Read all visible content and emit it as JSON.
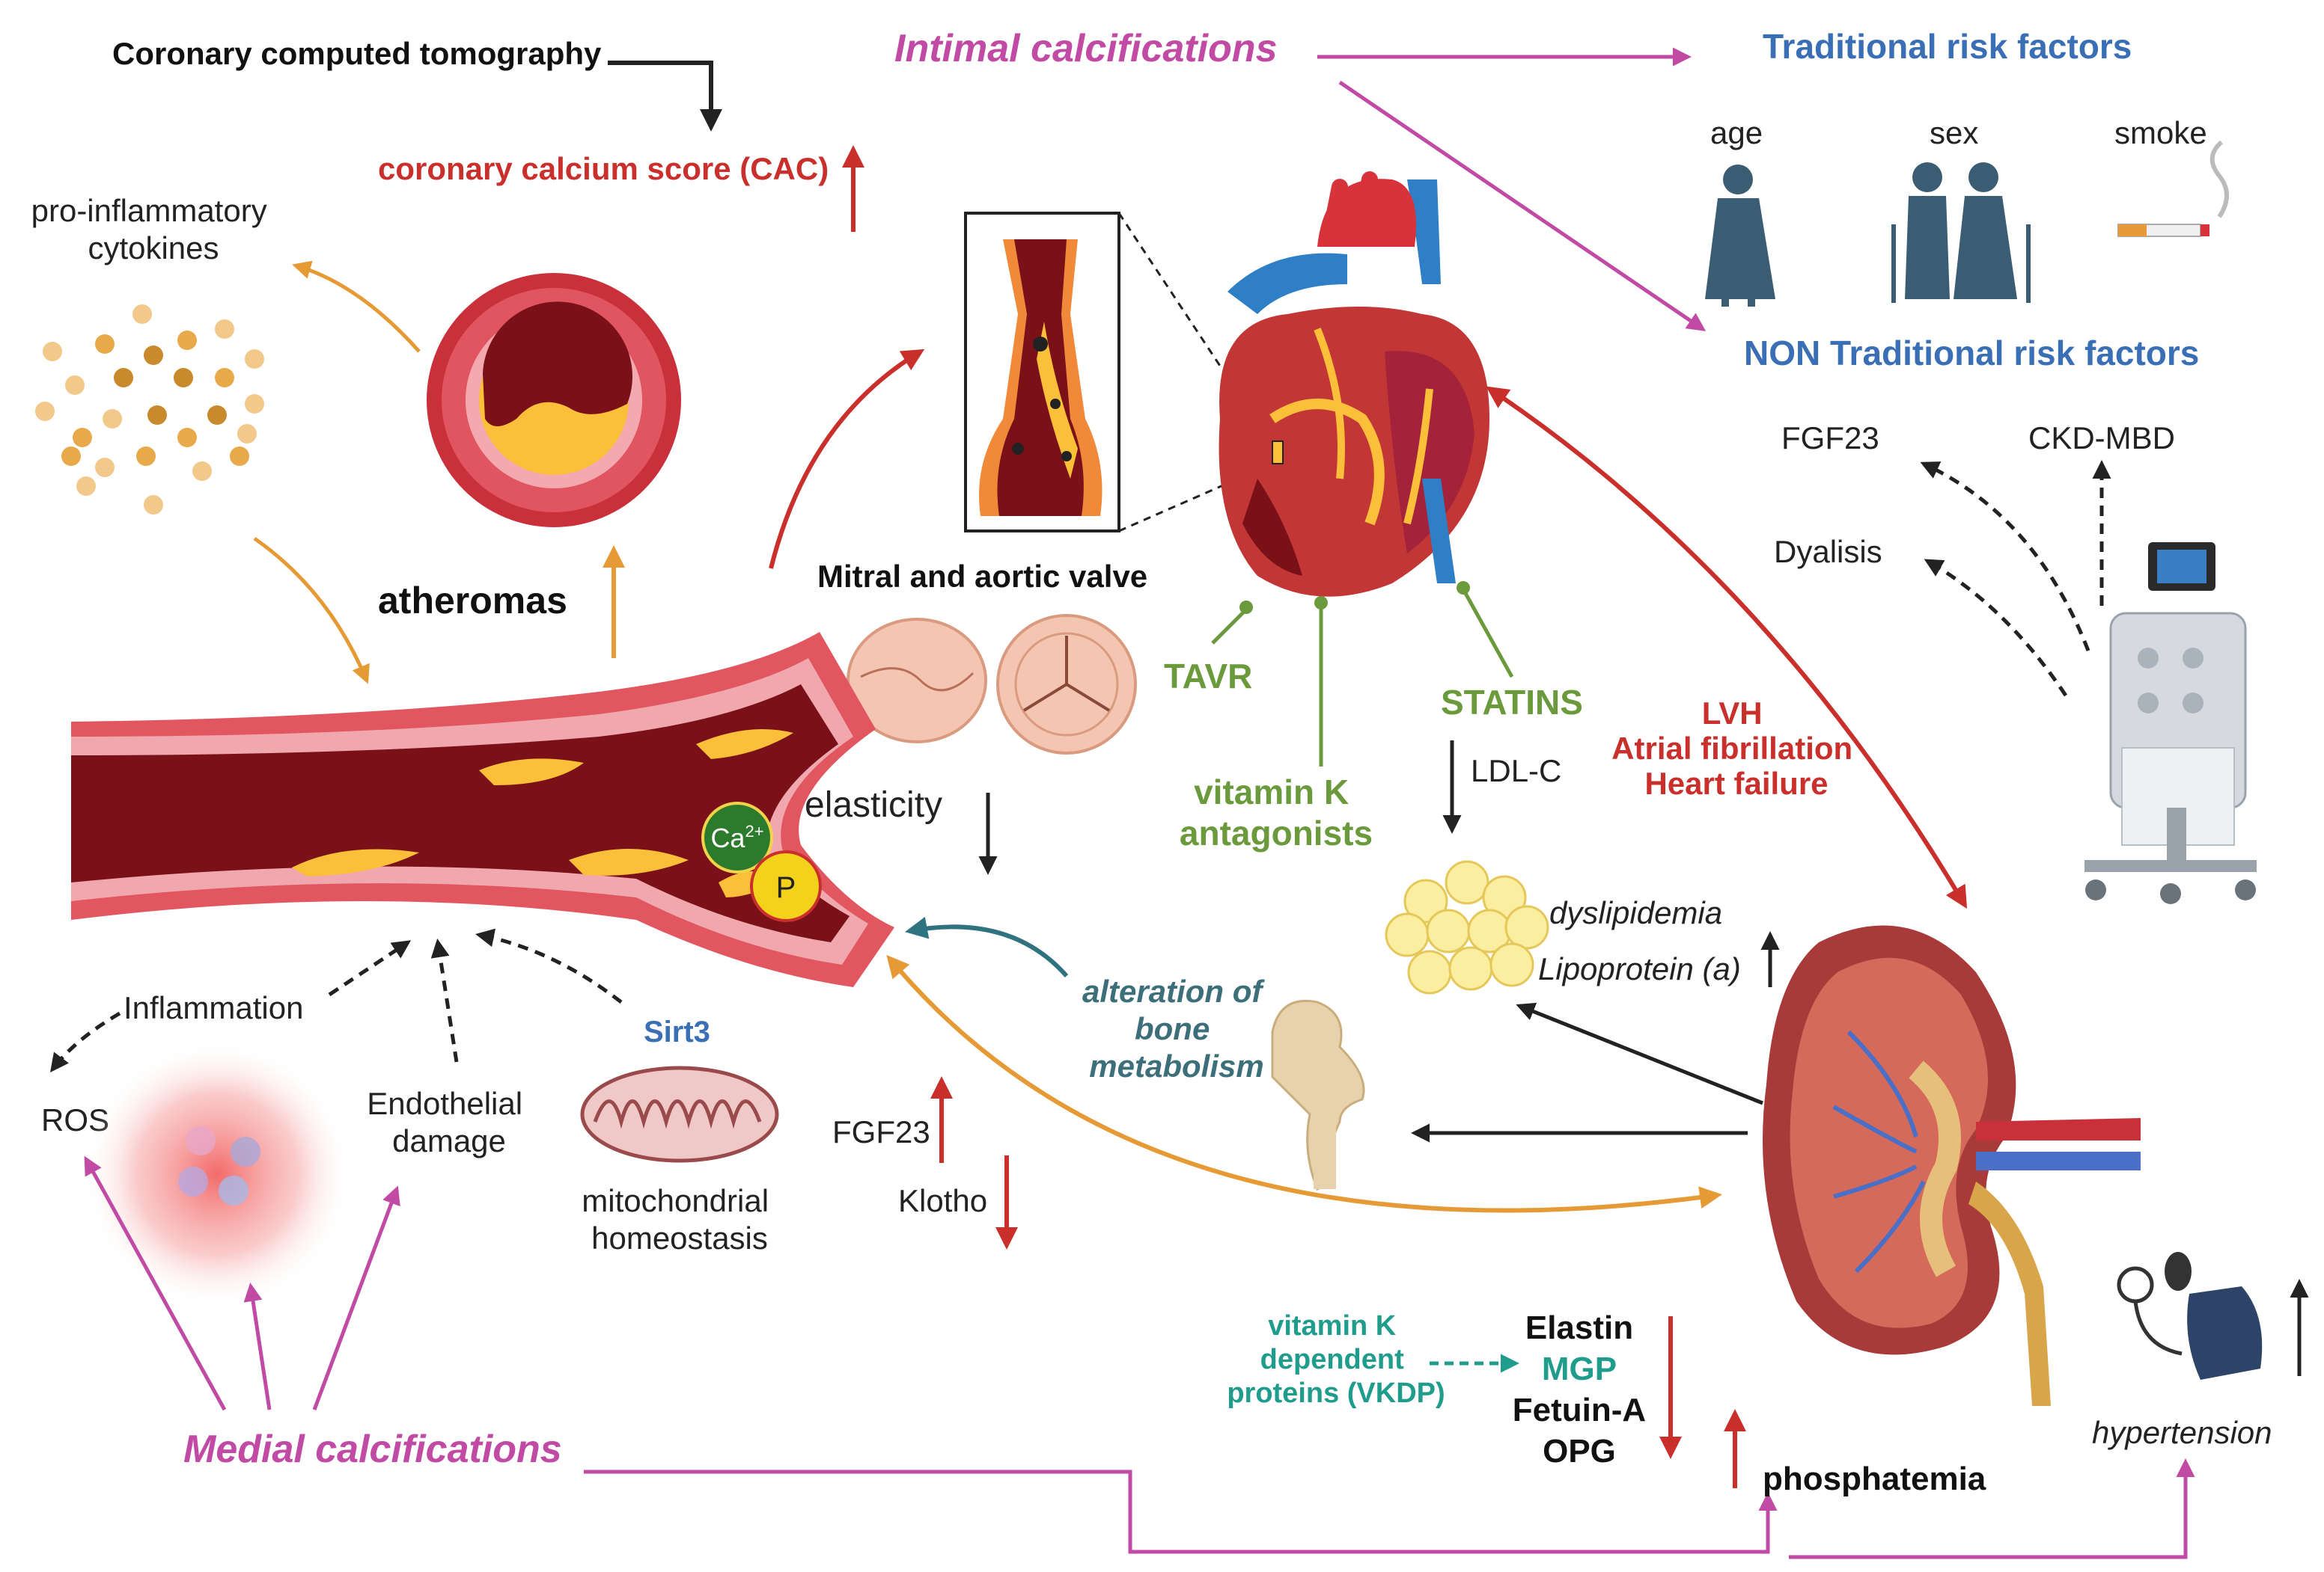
{
  "diagram": {
    "intimal": {
      "title": "Intimal calcifications",
      "ct_label": "Coronary computed tomography",
      "cac_label": "coronary calcium score (CAC)",
      "cytokines_label": "pro-inflammatory\ncytokines",
      "atheromas_label": "atheromas",
      "valve_label": "Mitral and aortic valve",
      "elasticity_label": "elasticity"
    },
    "risk_factors": {
      "traditional_title": "Traditional risk factors",
      "traditional": [
        "age",
        "sex",
        "smoke"
      ],
      "non_traditional_title": "NON Traditional risk factors",
      "non_traditional": [
        "FGF23",
        "CKD-MBD",
        "Dyalisis"
      ]
    },
    "treatments": {
      "tavr": "TAVR",
      "vitk": "vitamin K\nantagonists",
      "statins": "STATINS",
      "ldl": "LDL-C"
    },
    "heart_effects": "LVH\nAtrial fibrillation\nHeart failure",
    "lipids": {
      "dyslipidemia": "dyslipidemia",
      "lpa": "Lipoprotein (a)"
    },
    "vessel": {
      "ca": "Ca",
      "ca_sup": "2+",
      "p": "P"
    },
    "medial": {
      "title": "Medial calcifications",
      "inflammation": "Inflammation",
      "ros": "ROS",
      "endothelial": "Endothelial\ndamage",
      "sirt3": "Sirt3",
      "mito": "mitochondrial\nhomeostasis",
      "fgf23": "FGF23",
      "klotho": "Klotho",
      "bone": "alteration of\nbone\nmetabolism"
    },
    "kidney": {
      "vkdp": "vitamin K\ndependent\nproteins (VKDP)",
      "proteins": [
        "Elastin",
        "MGP",
        "Fetuin-A",
        "OPG"
      ],
      "phosphatemia": "phosphatemia",
      "hypertension": "hypertension"
    },
    "colors": {
      "magenta": "#c04aa4",
      "red": "#c9302c",
      "orange": "#e69a35",
      "blue": "#3a6fb5",
      "green": "#6a9a3b",
      "teal": "#1f9c8c",
      "bone_arrow": "#2f7280"
    }
  }
}
